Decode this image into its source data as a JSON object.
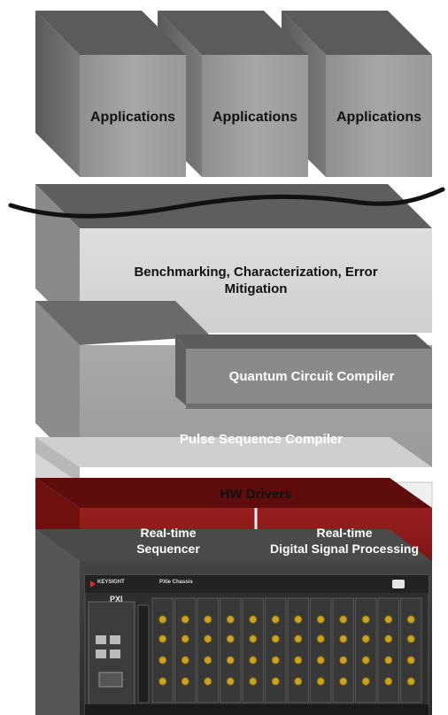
{
  "apps": [
    "Applications",
    "Applications",
    "Applications"
  ],
  "layers": {
    "benchmarking": [
      "Benchmarking, Characterization, Error",
      "Mitigation"
    ],
    "circuit_compiler": "Quantum Circuit Compiler",
    "pulse_compiler": "Pulse Sequence Compiler",
    "hw_drivers": "HW Drivers",
    "sequencer": [
      "Real-time",
      "Sequencer"
    ],
    "dsp": [
      "Real-time",
      "Digital Signal Processing"
    ]
  },
  "hardware": {
    "brand": "KEYSIGHT",
    "chassis_label": "PXIe Chassis",
    "bus_label": "PXI"
  },
  "colors": {
    "block_front": "#9c9c9c",
    "block_top": "#5e5e5e",
    "block_side": "#707070",
    "layer_light": "#d9d9d9",
    "layer_mid": "#a6a6a6",
    "hw_strip": "#f0f0f0",
    "rt_red": "#8b1a1a",
    "chassis": "#3a3a3a"
  }
}
